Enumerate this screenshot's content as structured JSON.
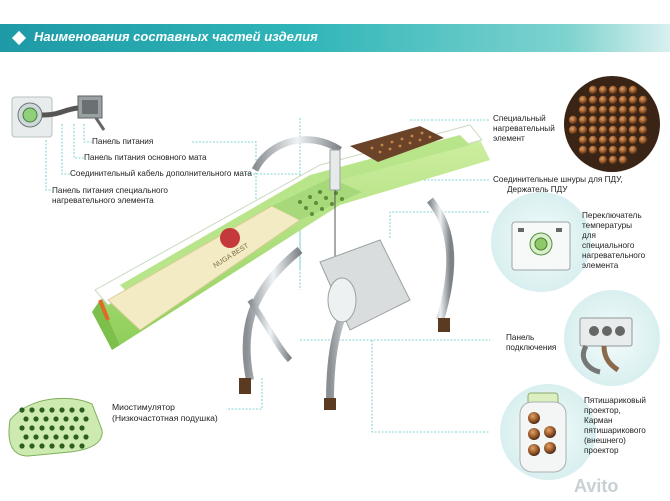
{
  "header": {
    "title": "Наименования составных частей изделия"
  },
  "labels": {
    "power_panel": "Панель питания",
    "main_mat_power_panel": "Панель питания основного мата",
    "extra_mat_cable": "Соединительный кабель дополнительного мата",
    "special_heater_power_panel_1": "Панель питания специального",
    "special_heater_power_panel_2": "нагревательного элемента",
    "special_heater_1": "Специальный",
    "special_heater_2": "нагревательный",
    "special_heater_3": "элемент",
    "remote_cords_1": "Соединительные шнуры для ПДУ,",
    "remote_cords_2": "Держатель ПДУ",
    "temp_switch_1": "Переключатель",
    "temp_switch_2": "температуры",
    "temp_switch_3": "для",
    "temp_switch_4": "специального",
    "temp_switch_5": "нагревательного",
    "temp_switch_6": "элемента",
    "connection_panel_1": "Панель",
    "connection_panel_2": "подключения",
    "five_ball_1": "Пятишариковый",
    "five_ball_2": "проектор,",
    "five_ball_3": "Карман",
    "five_ball_4": "пятишарикового",
    "five_ball_5": "(внешнего)",
    "five_ball_6": "проектор",
    "myostim_1": "Миостимулятор",
    "myostim_2": "(Низкочастотная подушка)"
  },
  "product": {
    "brand_text": "NUGA BEST"
  },
  "watermark": {
    "text": "Avito"
  },
  "colors": {
    "header_start": "#1e9aa6",
    "header_end": "#d8f0ef",
    "bed_green": "#9ed86a",
    "mat_cream": "#f3ebc4",
    "heater_brown": "#6b4329",
    "leader_line": "#5cc7c7"
  }
}
